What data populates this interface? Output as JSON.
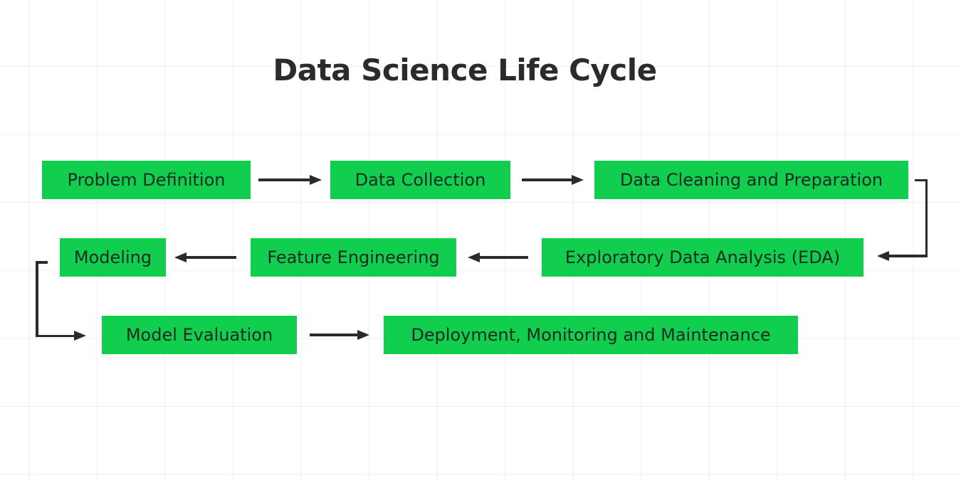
{
  "title": "Data Science Life Cycle",
  "colors": {
    "background": "#ffffff",
    "grid_line": "#efefef",
    "node_fill": "#12ce4e",
    "node_text": "#1e2b22",
    "connector": "#2b2b2b",
    "title_text": "#2b2b2b"
  },
  "nodes": [
    {
      "label": "Problem Definition"
    },
    {
      "label": "Data Collection"
    },
    {
      "label": "Data Cleaning and Preparation"
    },
    {
      "label": "Exploratory Data Analysis (EDA)"
    },
    {
      "label": "Feature Engineering"
    },
    {
      "label": "Modeling"
    },
    {
      "label": "Model Evaluation"
    },
    {
      "label": "Deployment, Monitoring and Maintenance"
    }
  ],
  "edges": [
    {
      "from": "Problem Definition",
      "to": "Data Collection",
      "style": "straight-right"
    },
    {
      "from": "Data Collection",
      "to": "Data Cleaning and Preparation",
      "style": "straight-right"
    },
    {
      "from": "Data Cleaning and Preparation",
      "to": "Exploratory Data Analysis (EDA)",
      "style": "elbow-down-left"
    },
    {
      "from": "Exploratory Data Analysis (EDA)",
      "to": "Feature Engineering",
      "style": "straight-left"
    },
    {
      "from": "Feature Engineering",
      "to": "Modeling",
      "style": "straight-left"
    },
    {
      "from": "Modeling",
      "to": "Model Evaluation",
      "style": "elbow-down-right"
    },
    {
      "from": "Model Evaluation",
      "to": "Deployment, Monitoring and Maintenance",
      "style": "straight-right"
    }
  ]
}
